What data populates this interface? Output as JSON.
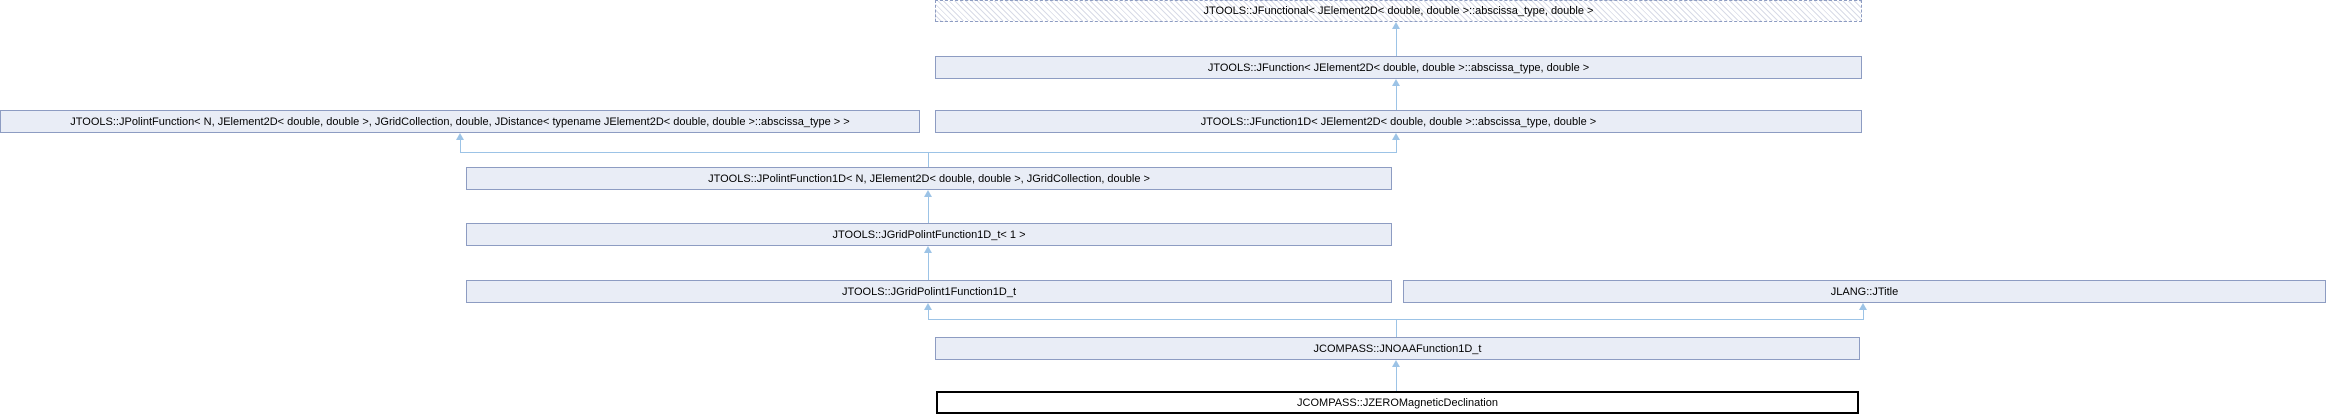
{
  "diagram": {
    "kind": "class-inheritance-graph",
    "colors": {
      "node_fill": "#e9edf6",
      "node_border": "#8d9cc2",
      "edge": "#9cc3e6",
      "current_node_border": "#000000",
      "current_node_fill": "#ffffff",
      "text": "#000000"
    },
    "nodes": {
      "jfunctional": {
        "label": "JTOOLS::JFunctional< JElement2D< double, double >::abscissa_type, double >",
        "style": "dashed-hatched"
      },
      "jfunction": {
        "label": "JTOOLS::JFunction< JElement2D< double, double >::abscissa_type, double >",
        "style": "solid"
      },
      "jpolintfunction": {
        "label": "JTOOLS::JPolintFunction< N, JElement2D< double, double >, JGridCollection, double, JDistance< typename JElement2D< double, double >::abscissa_type > >",
        "style": "solid"
      },
      "jfunction1d": {
        "label": "JTOOLS::JFunction1D< JElement2D< double, double >::abscissa_type, double >",
        "style": "solid"
      },
      "jpolintfunction1d": {
        "label": "JTOOLS::JPolintFunction1D< N, JElement2D< double, double >, JGridCollection, double >",
        "style": "solid"
      },
      "jgridpolintfunction1d_t": {
        "label": "JTOOLS::JGridPolintFunction1D_t< 1 >",
        "style": "solid"
      },
      "jgridpolint1function1d_t": {
        "label": "JTOOLS::JGridPolint1Function1D_t",
        "style": "solid"
      },
      "jtitle": {
        "label": "JLANG::JTitle",
        "style": "solid"
      },
      "jnoaafunction1d_t": {
        "label": "JCOMPASS::JNOAAFunction1D_t",
        "style": "solid"
      },
      "jzeromagneticdeclination": {
        "label": "JCOMPASS::JZEROMagneticDeclination",
        "style": "current-black"
      }
    },
    "edges": [
      {
        "from": "jfunction",
        "to": "jfunctional"
      },
      {
        "from": "jfunction1d",
        "to": "jfunction"
      },
      {
        "from": "jpolintfunction1d",
        "to": "jpolintfunction"
      },
      {
        "from": "jpolintfunction1d",
        "to": "jfunction1d"
      },
      {
        "from": "jgridpolintfunction1d_t",
        "to": "jpolintfunction1d"
      },
      {
        "from": "jgridpolint1function1d_t",
        "to": "jgridpolintfunction1d_t"
      },
      {
        "from": "jnoaafunction1d_t",
        "to": "jgridpolint1function1d_t"
      },
      {
        "from": "jnoaafunction1d_t",
        "to": "jtitle"
      },
      {
        "from": "jzeromagneticdeclination",
        "to": "jnoaafunction1d_t"
      }
    ]
  }
}
